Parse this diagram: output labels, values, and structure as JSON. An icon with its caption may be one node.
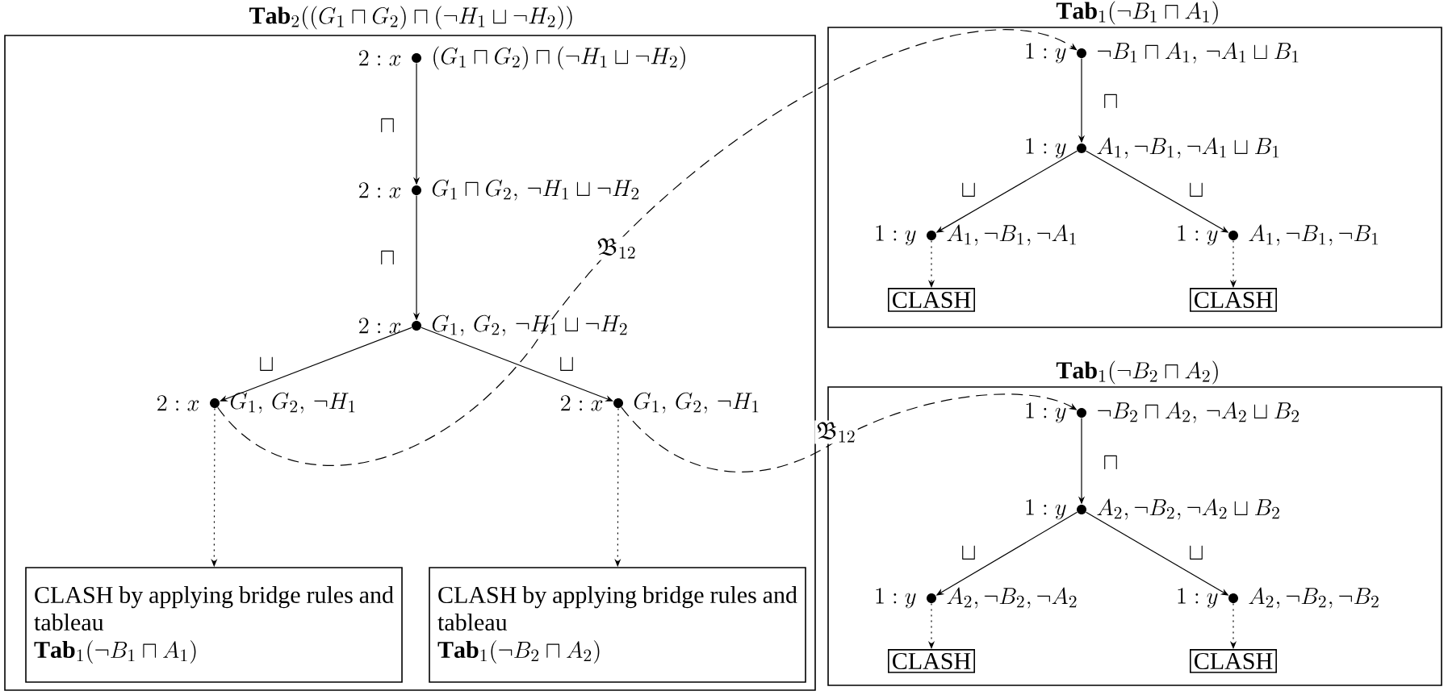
{
  "diagram": {
    "nodes": [
      {
        "text": [
          "\\mathbf{Tab}_2((G_1\\sqcap G_2)\\sqcap(\\neg H_1\\sqcup\\neg H_2))"
        ]
      },
      {
        "text": [
          "2:x",
          "(G_1\\sqcap G_2)\\sqcap(\\neg H_1\\sqcup\\neg H_2)"
        ],
        "in": 0
      },
      {
        "text": [
          "2:x",
          "G_1\\sqcap G_2,\\,\\neg H_1\\sqcup\\neg H_2"
        ],
        "in": 0
      },
      {
        "text": [
          "2:x",
          "G_1,\\,G_2,\\,\\neg H_1\\sqcup\\neg H_2"
        ],
        "in": 0
      },
      {
        "text": [
          "2:x",
          "G_1,\\,G_2,\\,\\neg H_1"
        ],
        "in": 0
      },
      {
        "text": [
          "2:x",
          "G_1,\\,G_2,\\,\\neg H_1"
        ],
        "in": 0
      },
      {
        "text": [
          "CLASH by applying bridge rules and tableau",
          "\\mathbf{Tab}_1(\\neg B_1\\sqcap A_1)"
        ],
        "in": 0
      },
      {
        "text": [
          "CLASH by applying bridge rules and tableau",
          "\\mathbf{Tab}_1(\\neg B_2\\sqcap A_2)"
        ],
        "in": 0
      },
      {
        "text": [
          "\\mathbf{Tab}_1(\\neg B_1\\sqcap A_1)"
        ]
      },
      {
        "text": [
          "1:y",
          "\\neg B_1\\sqcap A_1,\\,\\neg A_1\\sqcup B_1"
        ],
        "in": 8
      },
      {
        "text": [
          "1:y",
          "A_1,\\neg B_1,\\neg A_1\\sqcup B_1"
        ],
        "in": 8
      },
      {
        "text": [
          "1:y",
          "A_1,\\neg B_1,\\neg A_1"
        ],
        "in": 8
      },
      {
        "text": [
          "1:y",
          "A_1,\\neg B_1,\\neg B_1"
        ],
        "in": 8
      },
      {
        "text": [
          "CLASH"
        ],
        "in": 8
      },
      {
        "text": [
          "CLASH"
        ],
        "in": 8
      },
      {
        "text": [
          "\\mathbf{Tab}_1(\\neg B_2\\sqcap A_2)"
        ]
      },
      {
        "text": [
          "1:y",
          "\\neg B_2\\sqcap A_2,\\,\\neg A_2\\sqcup B_2"
        ],
        "in": 15
      },
      {
        "text": [
          "1:y",
          "A_2,\\neg B_2,\\neg A_2\\sqcup B_2"
        ],
        "in": 15
      },
      {
        "text": [
          "1:y",
          "A_2,\\neg B_2,\\neg A_2"
        ],
        "in": 15
      },
      {
        "text": [
          "1:y",
          "A_2,\\neg B_2,\\neg B_2"
        ],
        "in": 15
      },
      {
        "text": [
          "CLASH"
        ],
        "in": 15
      },
      {
        "text": [
          "CLASH"
        ],
        "in": 15
      }
    ],
    "edges": [
      {
        "from": 1,
        "to": 2,
        "arrow": "to",
        "label": "\\sqcap"
      },
      {
        "from": 2,
        "to": 3,
        "arrow": "to",
        "label": "\\sqcap"
      },
      {
        "from": 3,
        "to": 4,
        "arrow": "to",
        "label": "\\sqcup"
      },
      {
        "from": 3,
        "to": 5,
        "arrow": "to",
        "label": "\\sqcup"
      },
      {
        "from": 4,
        "to": 6,
        "arrow": "to",
        "style": "dashed"
      },
      {
        "from": 5,
        "to": 7,
        "arrow": "to",
        "style": "dashed"
      },
      {
        "from": 9,
        "to": 10,
        "arrow": "to",
        "label": "\\sqcap"
      },
      {
        "from": 10,
        "to": 11,
        "arrow": "to",
        "label": "\\sqcup"
      },
      {
        "from": 10,
        "to": 12,
        "arrow": "to",
        "label": "\\sqcup"
      },
      {
        "from": 11,
        "to": 13,
        "arrow": "to",
        "style": "dashed"
      },
      {
        "from": 12,
        "to": 14,
        "arrow": "to",
        "style": "dashed"
      },
      {
        "from": 16,
        "to": 17,
        "arrow": "to",
        "label": "\\sqcap"
      },
      {
        "from": 17,
        "to": 18,
        "arrow": "to",
        "label": "\\sqcup"
      },
      {
        "from": 17,
        "to": 19,
        "arrow": "to",
        "label": "\\sqcup"
      },
      {
        "from": 18,
        "to": 20,
        "arrow": "to",
        "style": "dashed"
      },
      {
        "from": 19,
        "to": 21,
        "arrow": "to",
        "style": "dashed"
      },
      {
        "from": 4,
        "to": 9,
        "arrow": "to",
        "style": "dashed",
        "label": "\\mathfrak{B}_{12}"
      },
      {
        "from": 5,
        "to": 16,
        "arrow": "to",
        "style": "dashed",
        "label": "\\mathfrak{B}_{12}"
      }
    ]
  }
}
